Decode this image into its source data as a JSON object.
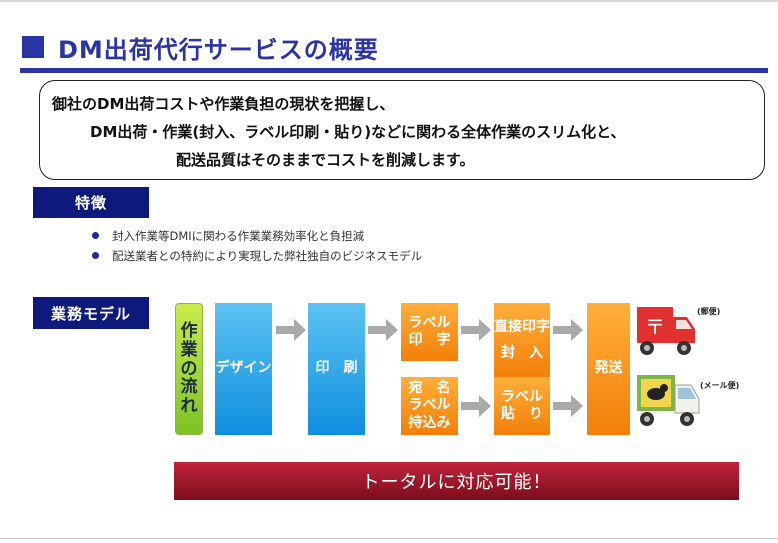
{
  "title": "DM出荷代行サービスの概要",
  "summary": {
    "line1": "御社のDM出荷コストや作業負担の現状を把握し、",
    "line2": "DM出荷・作業(封入、ラベル印刷・貼り)などに関わる全体作業のスリム化と、",
    "line3": "配送品質はそのままでコストを削減します。"
  },
  "features": {
    "label": "特徴",
    "items": [
      "封入作業等DMIに関わる作業業務効率化と負担減",
      "配送業者との特約により実現した弊社独自のビジネスモデル"
    ]
  },
  "model": {
    "label": "業務モデル",
    "flow_label": [
      "作",
      "業",
      "の",
      "流",
      "れ"
    ],
    "design": "デザイン",
    "print": "印　刷",
    "label_print": [
      "ラベル",
      "印　字"
    ],
    "address": [
      "宛　名",
      "ラベル",
      "持込み"
    ],
    "direct": [
      "直接印字",
      "封　入"
    ],
    "label_attach": [
      "ラベル",
      "貼　り"
    ],
    "ship": "発送",
    "mail_type": "(郵便)",
    "mail_service": "(メール便)"
  },
  "banner": "トータルに対応可能！",
  "colors": {
    "title_blue": "#2a35a3",
    "badge_navy": "#0d1a7c",
    "flow_blue": "#1a98e0",
    "flow_orange": "#f7931e",
    "flow_green": "#a6d93a",
    "banner_red": "#9e1a2c",
    "postal_red": "#e03030",
    "mailtruck_green": "#7ab648"
  }
}
